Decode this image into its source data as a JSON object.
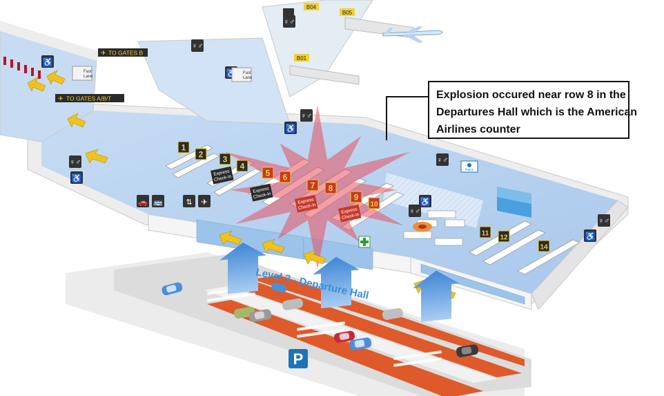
{
  "gate_labels": [
    "B04",
    "B05",
    "B01"
  ],
  "to_gates_b": "TO GATES B",
  "to_gates_abt": "TO GATES A/B/T",
  "fast_lane": [
    "Fast",
    "Lane"
  ],
  "callout": {
    "lines": [
      "Explosion occured  near row 8 in  the",
      "Departures Hall which is the American",
      "Airlines counter"
    ]
  },
  "counter_rows": [
    "1",
    "2",
    "3",
    "4",
    "5",
    "6",
    "7",
    "8",
    "9",
    "10",
    "11",
    "12",
    "14"
  ],
  "express_checkin": [
    "Express",
    "Check-in"
  ],
  "police_label": "Police",
  "level_label": "Level 3 - Departure Hall",
  "parking_label": "P",
  "colors": {
    "floor": "#bcd5f0",
    "explosion": "#e8505f",
    "counter_badge": "#2b2b2b",
    "counter_badge_red": "#c63a2a",
    "road_stripe": "#de5a2b",
    "arrow_blue": "#4a90d9",
    "label_yellow": "#f1d13b",
    "parking_blue": "#1e73b8"
  },
  "icons": [
    "restroom-icon",
    "escalator-icon",
    "info-icon",
    "first-aid-icon",
    "car-icon",
    "bus-icon",
    "luggage-icon",
    "airplane-icon"
  ]
}
